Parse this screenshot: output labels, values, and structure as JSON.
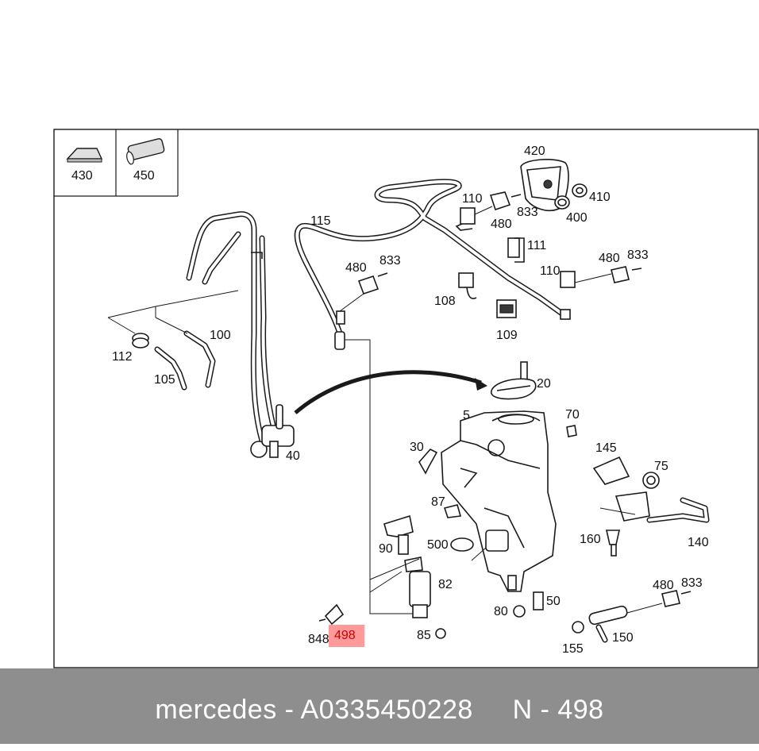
{
  "labels": {
    "p430": "430",
    "p450": "450",
    "p420": "420",
    "p110a": "110",
    "p410": "410",
    "p480a": "480",
    "p833a": "833",
    "p400": "400",
    "p115": "115",
    "p480b": "480",
    "p833b": "833",
    "p111": "111",
    "p480c": "480",
    "p833c": "833",
    "p110b": "110",
    "p108": "108",
    "p109": "109",
    "p100": "100",
    "p112": "112",
    "p105": "105",
    "p20": "20",
    "p40": "40",
    "p5": "5",
    "p70": "70",
    "p30": "30",
    "p145": "145",
    "p75": "75",
    "p87": "87",
    "p90": "90",
    "p500": "500",
    "p160": "160",
    "p140": "140",
    "p82": "82",
    "p50": "50",
    "p480d": "480",
    "p833d": "833",
    "p80": "80",
    "p848": "848",
    "p498": "498",
    "p85": "85",
    "p155": "155",
    "p150": "150"
  },
  "highlight": {
    "label": "498",
    "color": "#ff8a8a",
    "text_color": "#cc0000"
  },
  "footer": {
    "brand": "mercedes",
    "sep1": " - ",
    "part_number": "A0335450228",
    "gap": "     ",
    "position_prefix": "N",
    "sep2": " - ",
    "position": "498"
  },
  "colors": {
    "footer_bg": "#8e8e8e",
    "footer_text": "#ffffff",
    "line": "#1a1a1a"
  }
}
